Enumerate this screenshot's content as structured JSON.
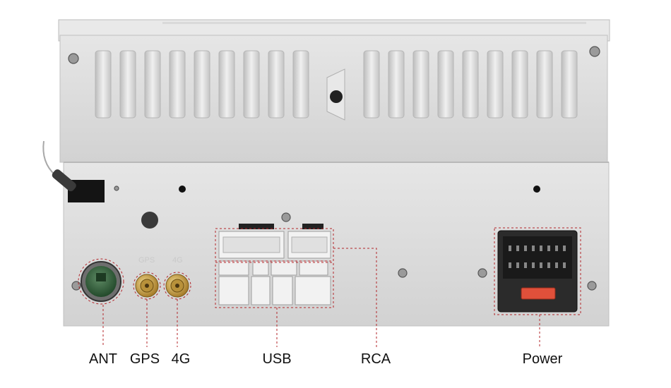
{
  "labels": {
    "ant": "ANT",
    "gps": "GPS",
    "four_g": "4G",
    "usb": "USB",
    "rca": "RCA",
    "power": "Power"
  },
  "silkscreen": {
    "gps": "GPS",
    "four_g": "4G"
  },
  "colors": {
    "chassis": "#dcdcdc",
    "callout": "#b3262a",
    "connector_white": "#f2f2f2",
    "connector_black": "#2a2a2a",
    "fuse": "#e0503a",
    "antenna_green": "#3d6a45",
    "sma_gold": "#c9a24a"
  }
}
